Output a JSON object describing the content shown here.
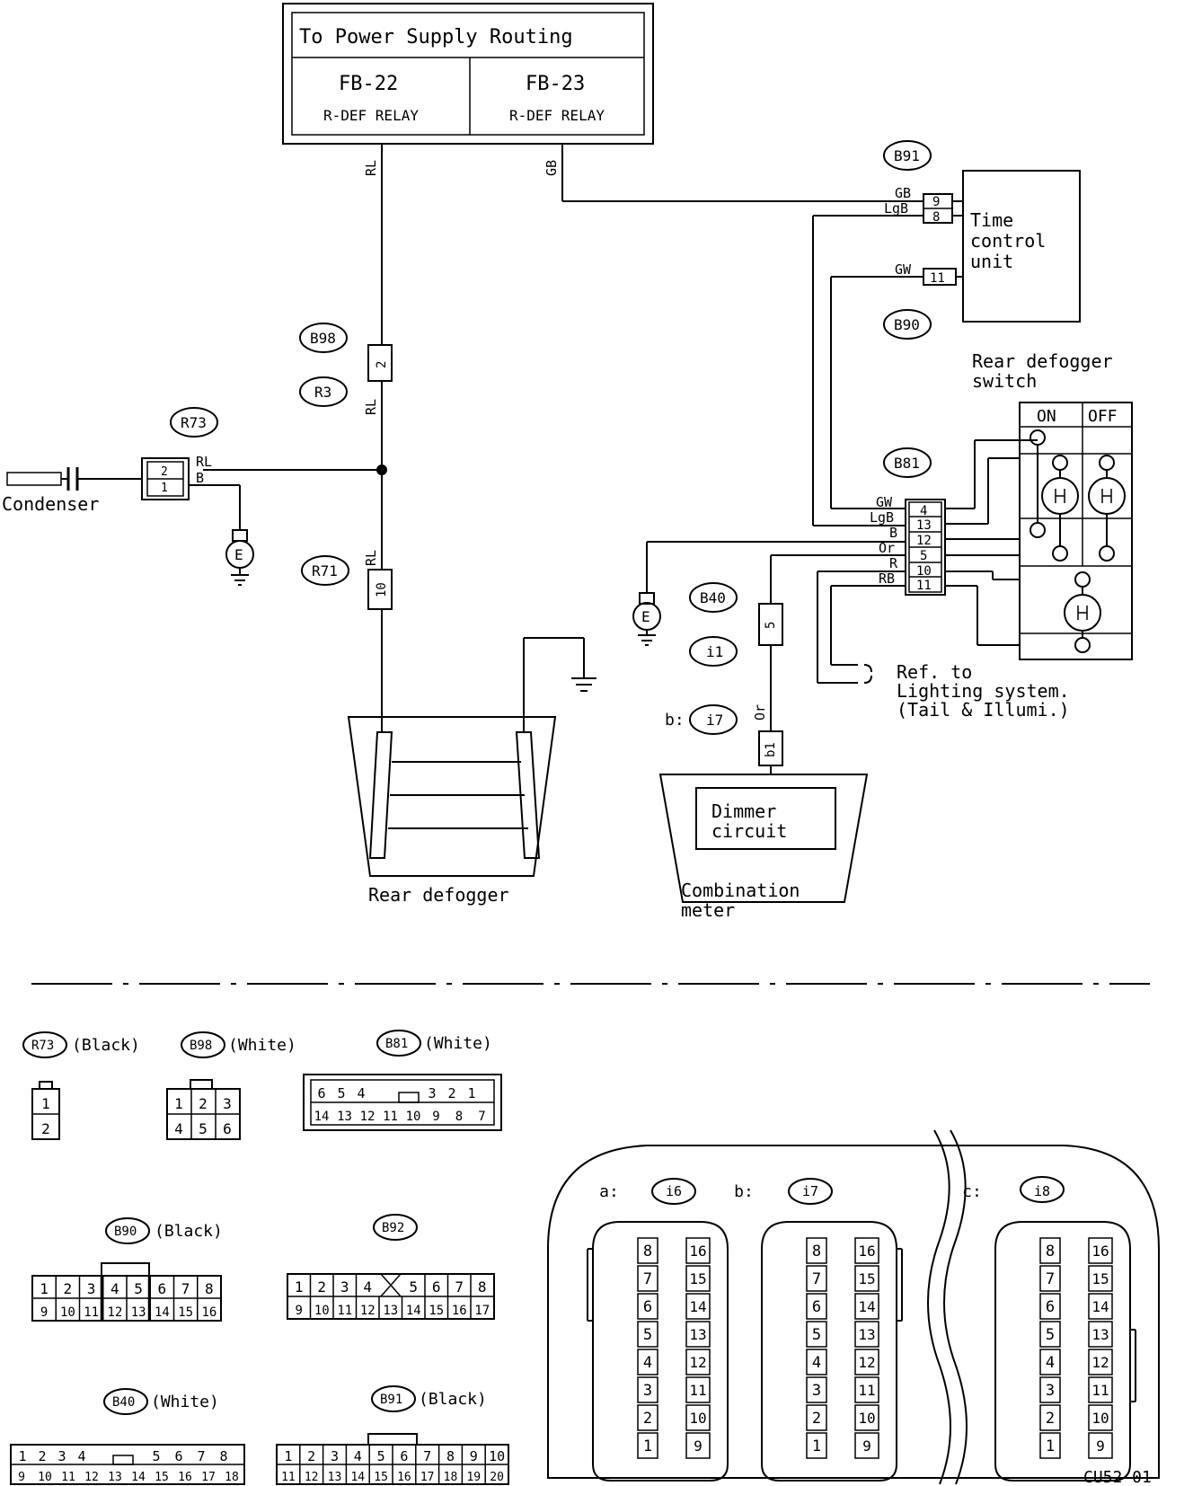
{
  "header": {
    "power_supply": "To Power Supply Routing",
    "fb22": "FB-22",
    "fb22_sub": "R-DEF RELAY",
    "fb23": "FB-23",
    "fb23_sub": "R-DEF RELAY"
  },
  "components": {
    "time_control_unit": [
      "Time",
      "control",
      "unit"
    ],
    "rear_defogger_switch": [
      "Rear defogger",
      "switch"
    ],
    "switch_on": "ON",
    "switch_off": "OFF",
    "condenser": "Condenser",
    "rear_defogger": "Rear defogger",
    "combination_meter": [
      "Combination",
      "meter"
    ],
    "dimmer_circuit": [
      "Dimmer",
      "circuit"
    ],
    "ref_lighting": [
      "Ref. to",
      "Lighting system.",
      "(Tail & Illumi.)"
    ],
    "ground": "E"
  },
  "connector_codes": {
    "b91": "B91",
    "b90": "B90",
    "b81": "B81",
    "b98": "B98",
    "r3": "R3",
    "r73": "R73",
    "r71": "R71",
    "b40": "B40",
    "i1": "i1",
    "i7": "i7",
    "b_i7_prefix": "b:"
  },
  "wire_colors": {
    "rl": "RL",
    "gb": "GB",
    "lgb": "LgB",
    "gw": "GW",
    "b": "B",
    "or": "Or",
    "r": "R",
    "rb": "RB"
  },
  "pins": {
    "b91": [
      "9",
      "8"
    ],
    "b91_gw": "11",
    "b81": [
      "4",
      "13",
      "12",
      "5",
      "10",
      "11"
    ],
    "b98": "2",
    "r71": "10",
    "r73": [
      "2",
      "1"
    ],
    "b40": "5",
    "meter": "b1"
  },
  "legend": {
    "r73_title": "(Black)",
    "r73_pins": [
      "1",
      "2"
    ],
    "b98_title": "(White)",
    "b98_rows": [
      [
        "1",
        "2",
        "3"
      ],
      [
        "4",
        "5",
        "6"
      ]
    ],
    "b81_title": "(White)",
    "b81_row1": [
      "6",
      "5",
      "4",
      "",
      "3",
      "2",
      "1"
    ],
    "b81_row2": [
      "14",
      "13",
      "12",
      "11",
      "10",
      "9",
      "8",
      "7"
    ],
    "b90_title": "(Black)",
    "b90_row1": [
      "1",
      "2",
      "3",
      "4",
      "5",
      "6",
      "7",
      "8"
    ],
    "b90_row2": [
      "9",
      "10",
      "11",
      "12",
      "13",
      "14",
      "15",
      "16"
    ],
    "b92_code": "B92",
    "b92_row1": [
      "1",
      "2",
      "3",
      "4",
      "",
      "5",
      "6",
      "7",
      "8"
    ],
    "b92_row2": [
      "9",
      "10",
      "11",
      "12",
      "13",
      "14",
      "15",
      "16",
      "17"
    ],
    "b40_title": "(White)",
    "b40_row1": [
      "1",
      "2",
      "3",
      "4",
      "",
      "5",
      "6",
      "7",
      "8"
    ],
    "b40_row2": [
      "9",
      "10",
      "11",
      "12",
      "13",
      "14",
      "15",
      "16",
      "17",
      "18"
    ],
    "b91_title": "(Black)",
    "b91_row1": [
      "1",
      "2",
      "3",
      "4",
      "5",
      "6",
      "7",
      "8",
      "9",
      "10"
    ],
    "b91_row2": [
      "11",
      "12",
      "13",
      "14",
      "15",
      "16",
      "17",
      "18",
      "19",
      "20"
    ],
    "i_connectors": [
      {
        "prefix": "a:",
        "code": "i6"
      },
      {
        "prefix": "b:",
        "code": "i7"
      },
      {
        "prefix": "c:",
        "code": "i8"
      }
    ],
    "i_left_pins": [
      "8",
      "7",
      "6",
      "5",
      "4",
      "3",
      "2",
      "1"
    ],
    "i_right_pins": [
      "16",
      "15",
      "14",
      "13",
      "12",
      "11",
      "10",
      "9"
    ]
  },
  "figure_code": "CU52-01"
}
